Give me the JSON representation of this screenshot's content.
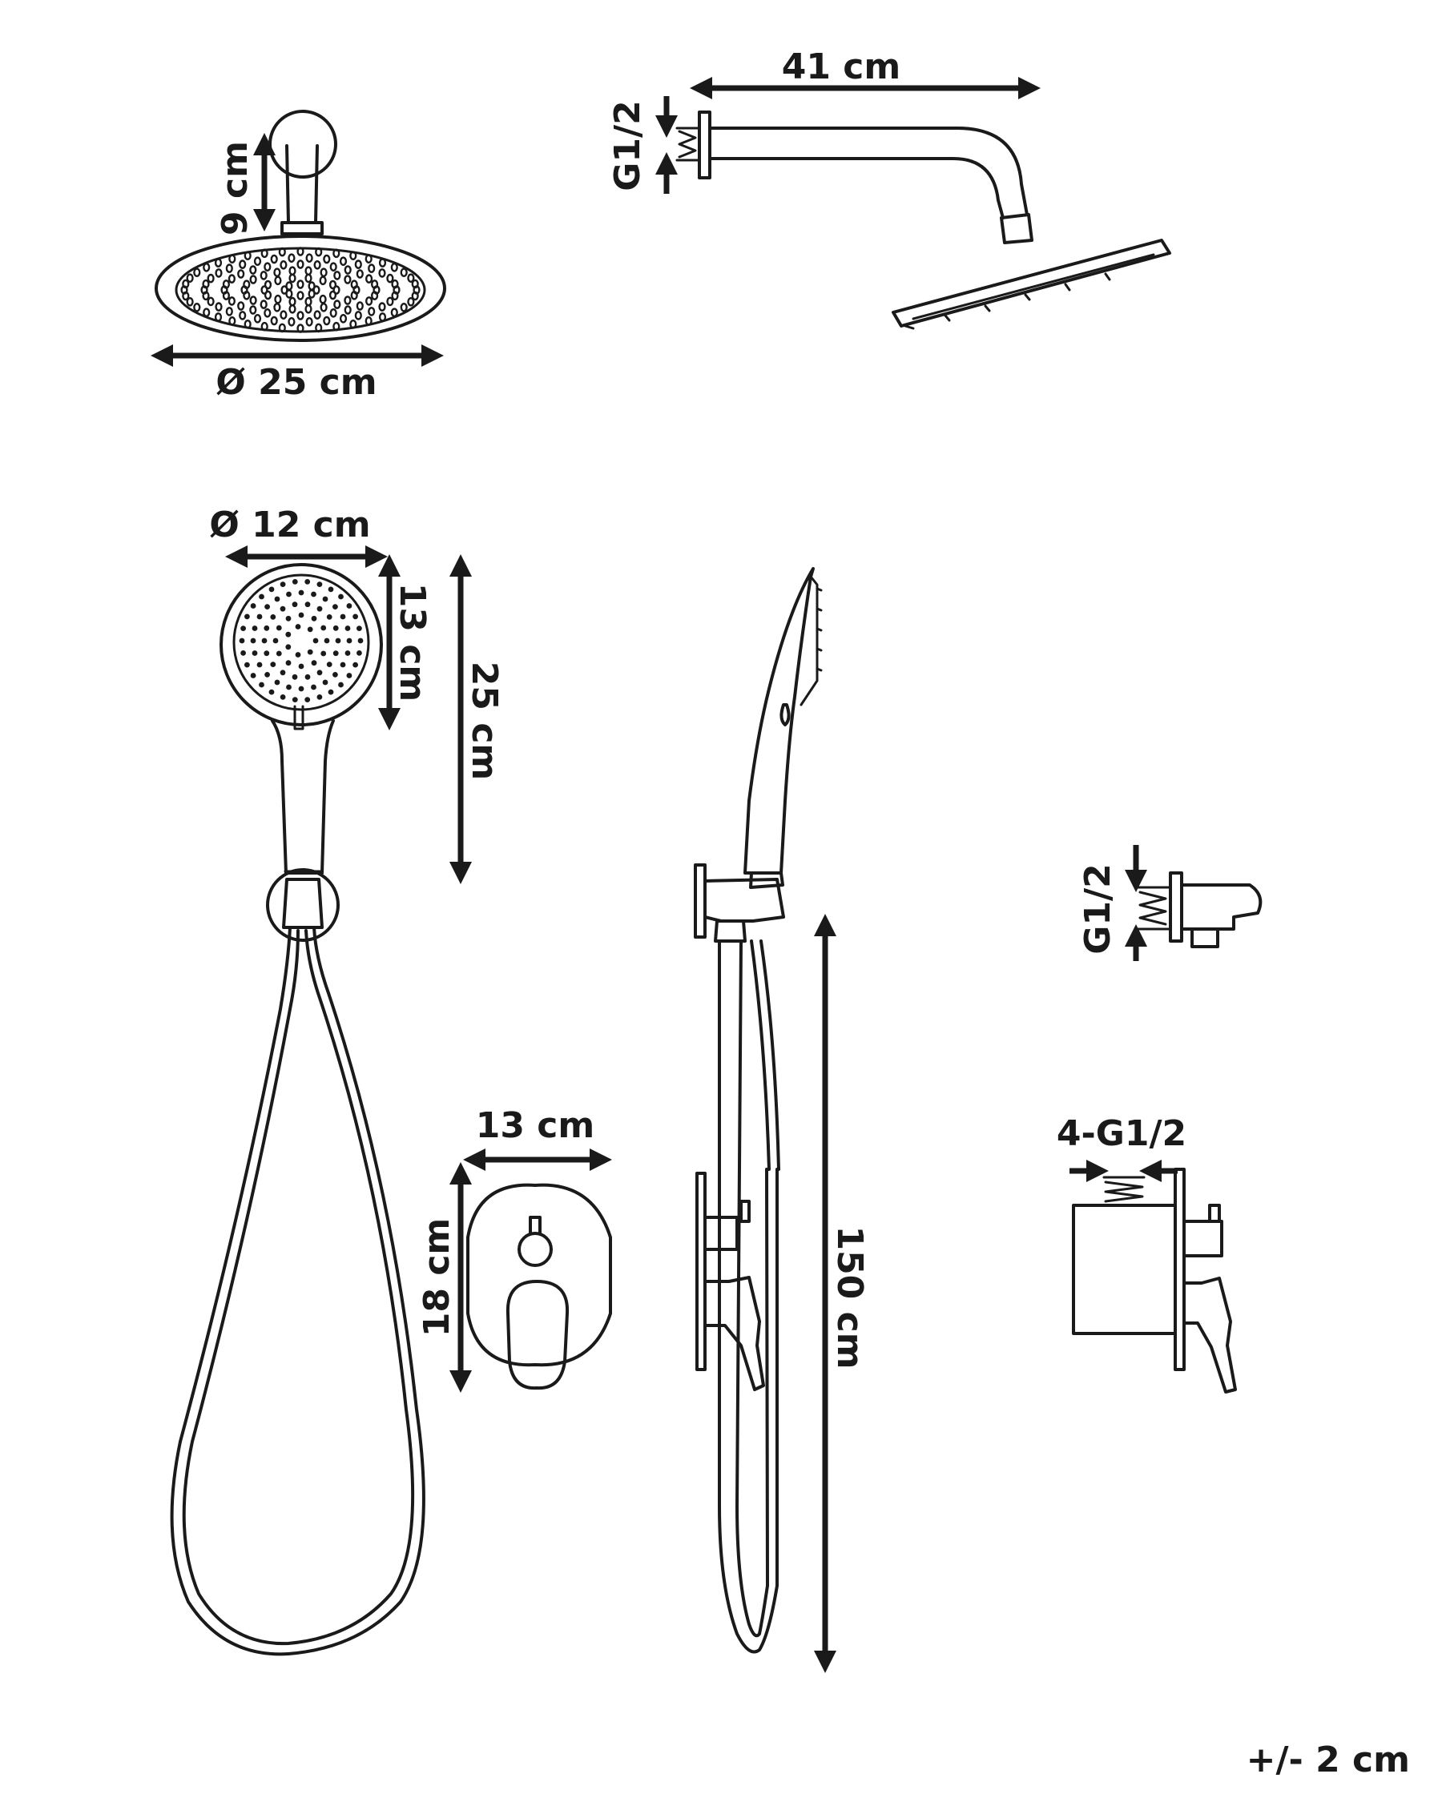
{
  "labels": {
    "head_height": "9 cm",
    "head_diameter": "Ø 25 cm",
    "arm_length": "41 cm",
    "arm_thread": "G1/2",
    "hand_diameter": "Ø 12 cm",
    "hand_head_height": "13 cm",
    "hand_total_height": "25 cm",
    "holder_thread": "G1/2",
    "plate_width": "13 cm",
    "plate_height": "18 cm",
    "hose_length": "150 cm",
    "valve_thread": "4-G1/2",
    "tolerance": "+/- 2 cm"
  }
}
